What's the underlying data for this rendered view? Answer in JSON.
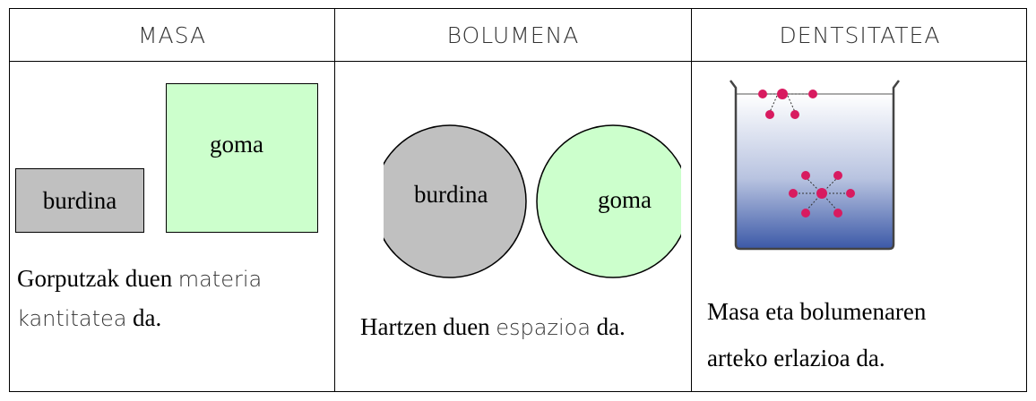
{
  "table": {
    "headers": [
      "MASA",
      "BOLUMENA",
      "DENTSITATEA"
    ],
    "masa": {
      "box_small": "burdina",
      "box_large": "goma",
      "text_serif_1": "Gorputzak duen",
      "text_thin_1": "materia",
      "text_thin_2": "kantitatea",
      "text_serif_2": "da."
    },
    "bolumena": {
      "circle_left": "burdina",
      "circle_right": "goma",
      "text_serif_1": "Hartzen duen",
      "text_thin_1": "espazioa",
      "text_serif_2": "da."
    },
    "dentsitatea": {
      "line_1": "Masa eta bolumenaren",
      "line_2": "arteko erlazioa da."
    }
  },
  "colors": {
    "iron": "#c0c0c0",
    "rubber": "#ccffcc",
    "molecule": "#d81b60",
    "water_top": "#ffffff",
    "water_bottom": "#3d5aa8"
  },
  "icons": [
    "beaker-icon",
    "molecule-icon"
  ]
}
